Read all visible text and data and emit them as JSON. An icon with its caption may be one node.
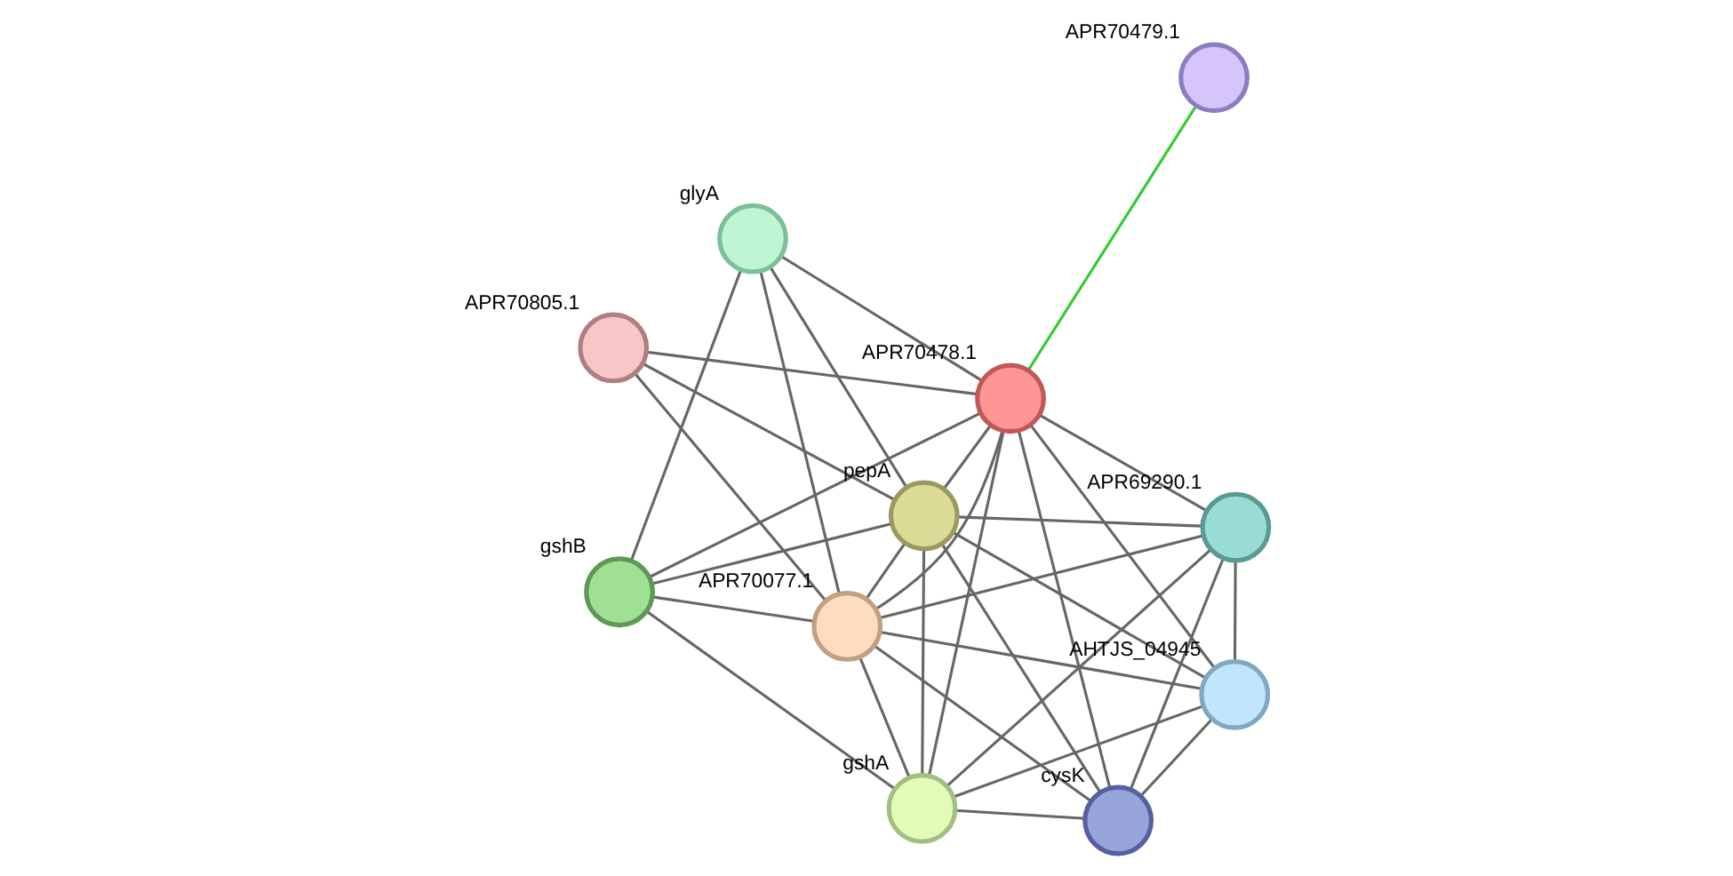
{
  "diagram": {
    "nodes": [
      {
        "text": [
          "APR70805.1"
        ]
      },
      {
        "text": [
          "APR70479.1"
        ]
      },
      {
        "text": [
          "gshB"
        ]
      },
      {
        "text": [
          "glyA"
        ]
      },
      {
        "text": [
          "APR70478.1"
        ]
      },
      {
        "text": [
          "pepA"
        ]
      },
      {
        "text": [
          "APR70077.1"
        ]
      },
      {
        "text": [
          "APR69290.1"
        ]
      },
      {
        "text": [
          "gshA"
        ]
      },
      {
        "text": [
          "cysK"
        ]
      },
      {
        "text": [
          "AHTJS_04945"
        ]
      }
    ],
    "edges": [
      {
        "from": 0,
        "to": 4,
        "arrow": "none"
      },
      {
        "from": 0,
        "to": 5,
        "arrow": "none"
      },
      {
        "from": 0,
        "to": 6,
        "arrow": "none"
      },
      {
        "from": 1,
        "to": 4,
        "arrow": "none",
        "color": "#33cc33"
      },
      {
        "from": 2,
        "to": 4,
        "arrow": "none"
      },
      {
        "from": 2,
        "to": 3,
        "arrow": "none"
      },
      {
        "from": 2,
        "to": 5,
        "arrow": "none"
      },
      {
        "from": 2,
        "to": 6,
        "arrow": "none"
      },
      {
        "from": 2,
        "to": 8,
        "arrow": "none"
      },
      {
        "from": 3,
        "to": 4,
        "arrow": "none"
      },
      {
        "from": 3,
        "to": 5,
        "arrow": "none"
      },
      {
        "from": 3,
        "to": 6,
        "arrow": "none"
      },
      {
        "from": 4,
        "to": 5,
        "arrow": "none"
      },
      {
        "from": 4,
        "to": 6,
        "arrow": "none"
      },
      {
        "from": 4,
        "to": 7,
        "arrow": "none"
      },
      {
        "from": 4,
        "to": 9,
        "arrow": "none"
      },
      {
        "from": 4,
        "to": 10,
        "arrow": "none"
      },
      {
        "from": 4,
        "to": 8,
        "arrow": "none"
      },
      {
        "from": 5,
        "to": 6,
        "arrow": "none"
      },
      {
        "from": 5,
        "to": 7,
        "arrow": "none"
      },
      {
        "from": 5,
        "to": 9,
        "arrow": "none"
      },
      {
        "from": 5,
        "to": 10,
        "arrow": "none"
      },
      {
        "from": 5,
        "to": 8,
        "arrow": "none"
      },
      {
        "from": 6,
        "to": 7,
        "arrow": "none"
      },
      {
        "from": 6,
        "to": 9,
        "arrow": "none"
      },
      {
        "from": 6,
        "to": 10,
        "arrow": "none"
      },
      {
        "from": 6,
        "to": 8,
        "arrow": "none"
      },
      {
        "from": 7,
        "to": 9,
        "arrow": "none"
      },
      {
        "from": 7,
        "to": 10,
        "arrow": "none"
      },
      {
        "from": 7,
        "to": 8,
        "arrow": "none"
      },
      {
        "from": 9,
        "to": 10,
        "arrow": "none"
      },
      {
        "from": 9,
        "to": 8,
        "arrow": "none"
      },
      {
        "from": 10,
        "to": 8,
        "arrow": "none"
      }
    ]
  }
}
